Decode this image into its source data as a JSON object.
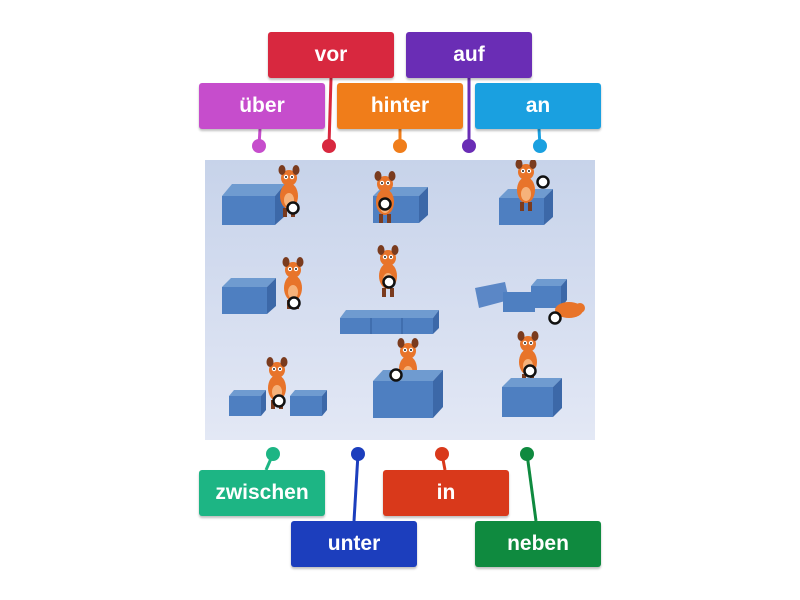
{
  "labels": [
    {
      "id": "vor",
      "text": "vor",
      "color": "#d8283f"
    },
    {
      "id": "auf",
      "text": "auf",
      "color": "#6a2db5"
    },
    {
      "id": "ueber",
      "text": "über",
      "color": "#c64dcc"
    },
    {
      "id": "hinter",
      "text": "hinter",
      "color": "#f07d1a"
    },
    {
      "id": "an",
      "text": "an",
      "color": "#1aa0e0"
    },
    {
      "id": "zwischen",
      "text": "zwischen",
      "color": "#1db584"
    },
    {
      "id": "in",
      "text": "in",
      "color": "#d9391b"
    },
    {
      "id": "unter",
      "text": "unter",
      "color": "#1c3ebd"
    },
    {
      "id": "neben",
      "text": "neben",
      "color": "#0f8a3f"
    }
  ],
  "scene": {
    "description_icon": "mouse-and-boxes-illustration"
  }
}
